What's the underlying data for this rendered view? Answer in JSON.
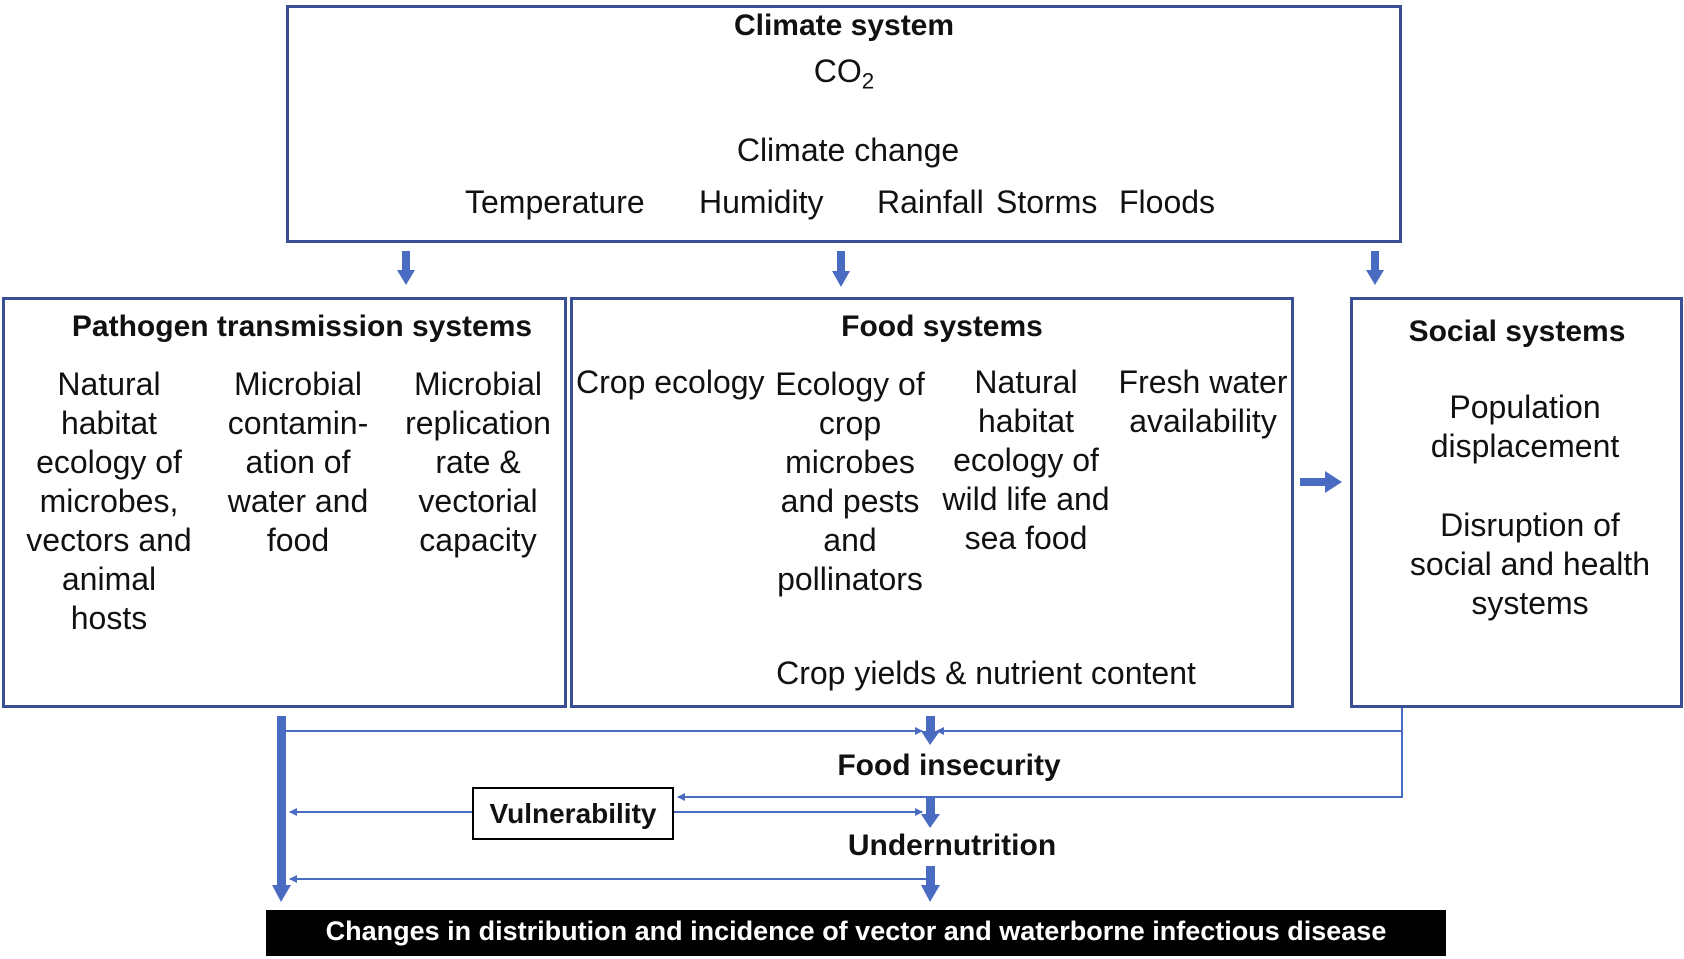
{
  "climate": {
    "title": "Climate system",
    "co2_main": "CO",
    "co2_sub": "2",
    "change": "Climate change",
    "factors": [
      "Temperature",
      "Humidity",
      "Rainfall",
      "Storms",
      "Floods"
    ]
  },
  "pathogen": {
    "title": "Pathogen transmission systems",
    "items": [
      "Natural\nhabitat\necology of\nmicrobes,\nvectors and\nanimal\nhosts",
      "Microbial\ncontamin-\nation of\nwater and\nfood",
      "Microbial\nreplication\nrate &\nvectorial\ncapacity"
    ]
  },
  "food": {
    "title": "Food systems",
    "items": [
      "Crop ecology",
      "Ecology of\ncrop\nmicrobes\nand pests\nand\npollinators",
      "Natural\nhabitat\necology of\nwild life and\nsea food",
      "Fresh water\navailability"
    ],
    "summary": "Crop yields & nutrient content"
  },
  "social": {
    "title": "Social systems",
    "items": [
      "Population\ndisplacement",
      "Disruption of\nsocial and health\nsystems"
    ]
  },
  "outcomes": {
    "food_insecurity": "Food insecurity",
    "undernutrition": "Undernutrition",
    "vulnerability": "Vulnerability",
    "final": "Changes in distribution and incidence of vector and waterborne infectious disease"
  },
  "colors": {
    "box_border": "#3a4e96",
    "arrow": "#4a6bc2",
    "final_bg": "#000000",
    "final_text": "#ffffff"
  }
}
